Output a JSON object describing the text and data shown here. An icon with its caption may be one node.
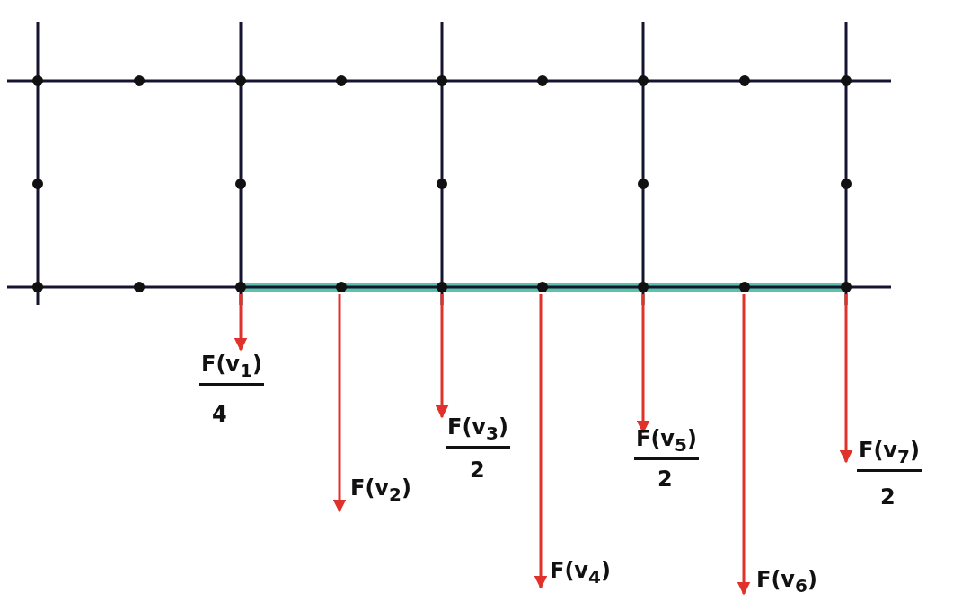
{
  "diagram": {
    "labels": [
      "F(v$_{1}$)",
      "4",
      "F(v$_{2}$)",
      "F(v$_{3}$)",
      "2",
      "F(v$_{4}$)",
      "F(v$_{5}$)",
      "2",
      "F(v$_{6}$)",
      "F(v$_{7}$)",
      "2"
    ]
  }
}
